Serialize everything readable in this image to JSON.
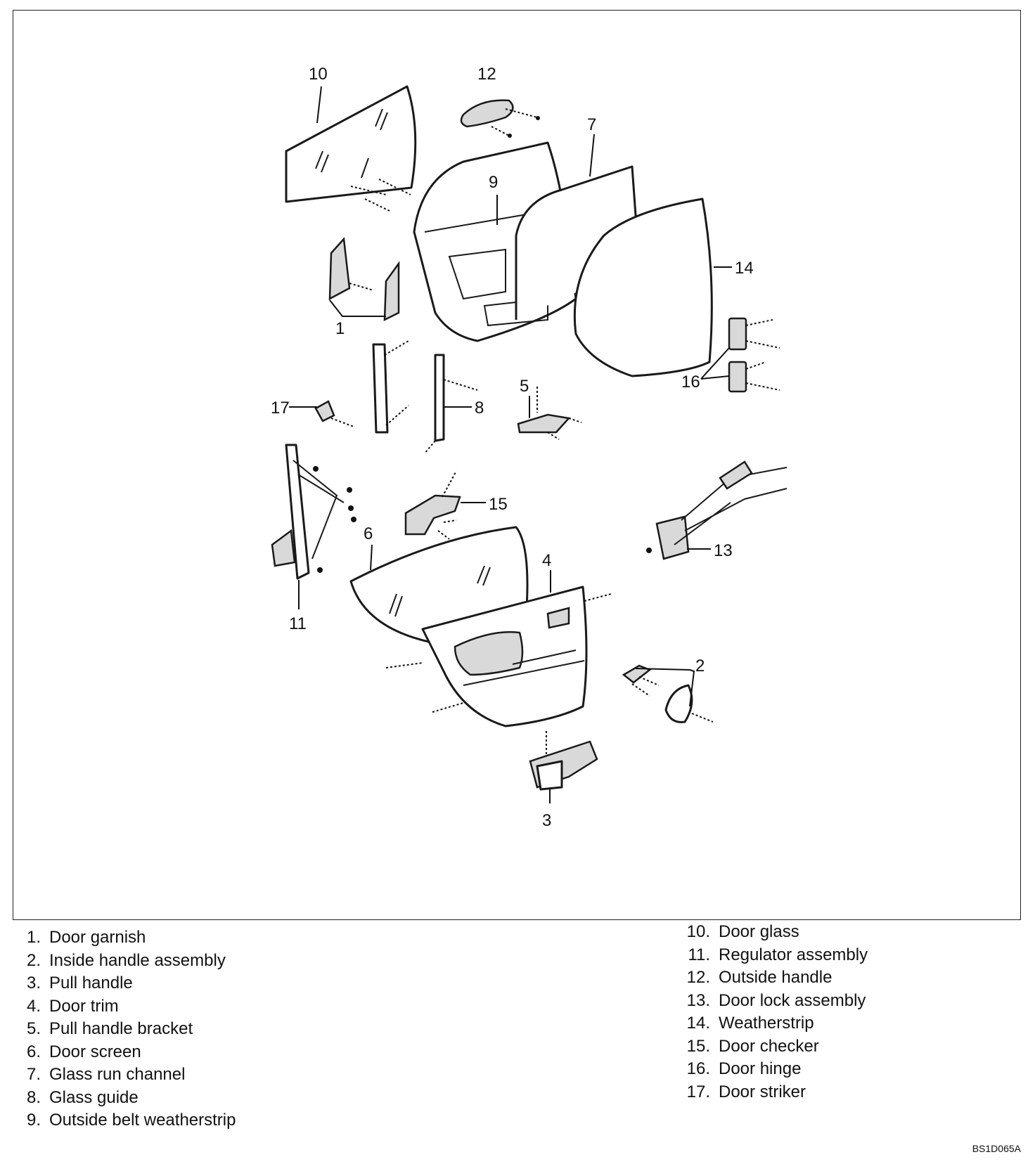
{
  "diagram": {
    "callouts": [
      "1",
      "2",
      "3",
      "4",
      "5",
      "6",
      "7",
      "8",
      "9",
      "10",
      "11",
      "12",
      "13",
      "14",
      "15",
      "16",
      "17"
    ]
  },
  "legend": {
    "items": [
      {
        "num": "1.",
        "label": "Door garnish"
      },
      {
        "num": "2.",
        "label": "Inside handle assembly"
      },
      {
        "num": "3.",
        "label": "Pull handle"
      },
      {
        "num": "4.",
        "label": "Door trim"
      },
      {
        "num": "5.",
        "label": "Pull handle bracket"
      },
      {
        "num": "6.",
        "label": "Door screen"
      },
      {
        "num": "7.",
        "label": "Glass run channel"
      },
      {
        "num": "8.",
        "label": "Glass guide"
      },
      {
        "num": "9.",
        "label": "Outside belt weatherstrip"
      },
      {
        "num": "10.",
        "label": "Door glass"
      },
      {
        "num": "11.",
        "label": "Regulator assembly"
      },
      {
        "num": "12.",
        "label": "Outside handle"
      },
      {
        "num": "13.",
        "label": "Door lock assembly"
      },
      {
        "num": "14.",
        "label": "Weatherstrip"
      },
      {
        "num": "15.",
        "label": "Door checker"
      },
      {
        "num": "16.",
        "label": "Door hinge"
      },
      {
        "num": "17.",
        "label": "Door striker"
      }
    ]
  },
  "figure_code": "BS1D065A"
}
